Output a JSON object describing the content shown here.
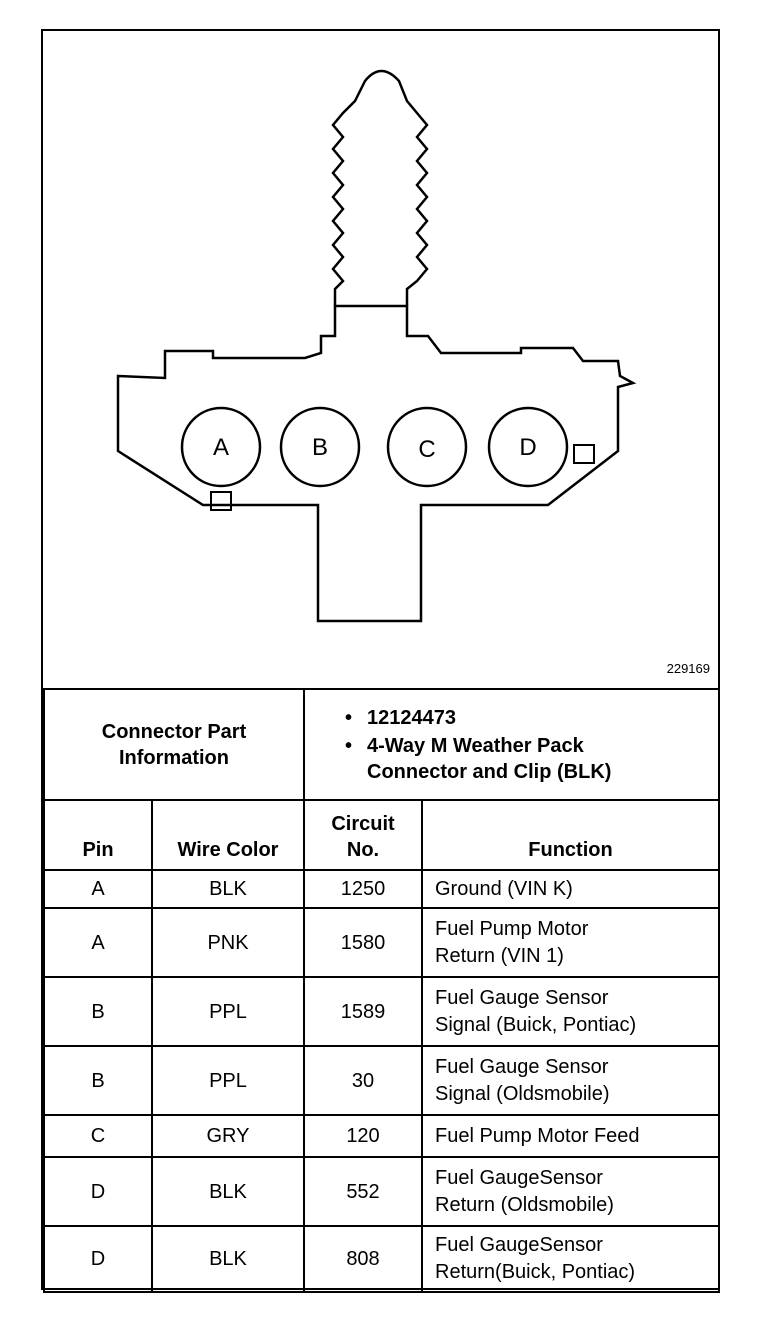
{
  "figure_id": "229169",
  "pins": [
    "A",
    "B",
    "C",
    "D"
  ],
  "header": {
    "label_line1": "Connector Part",
    "label_line2": "Information",
    "bullets": [
      [
        "12124473"
      ],
      [
        "4-Way M Weather Pack",
        "Connector and Clip (BLK)"
      ]
    ]
  },
  "columns": [
    "Pin",
    "Wire Color",
    "Circuit No.",
    "Function"
  ],
  "column_lines": {
    "circuit_line1": "Circuit",
    "circuit_line2": "No."
  },
  "rows": [
    {
      "pin": "A",
      "color": "BLK",
      "circuit": "1250",
      "function": [
        "Ground (VIN K)"
      ]
    },
    {
      "pin": "A",
      "color": "PNK",
      "circuit": "1580",
      "function": [
        "Fuel Pump Motor",
        "Return (VIN 1)"
      ]
    },
    {
      "pin": "B",
      "color": "PPL",
      "circuit": "1589",
      "function": [
        "Fuel Gauge Sensor",
        "Signal (Buick, Pontiac)"
      ]
    },
    {
      "pin": "B",
      "color": "PPL",
      "circuit": "30",
      "function": [
        "Fuel Gauge Sensor",
        "Signal (Oldsmobile)"
      ]
    },
    {
      "pin": "C",
      "color": "GRY",
      "circuit": "120",
      "function": [
        "Fuel Pump Motor Feed"
      ]
    },
    {
      "pin": "D",
      "color": "BLK",
      "circuit": "552",
      "function": [
        "Fuel GaugeSensor",
        "Return (Oldsmobile)"
      ]
    },
    {
      "pin": "D",
      "color": "BLK",
      "circuit": "808",
      "function": [
        "Fuel GaugeSensor",
        "Return(Buick, Pontiac)"
      ]
    }
  ]
}
